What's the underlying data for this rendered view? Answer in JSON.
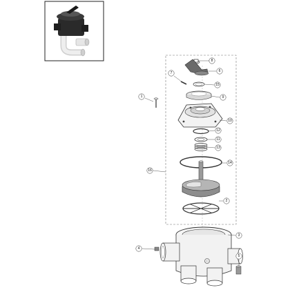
{
  "figure": {
    "inset_photo": "multiport valve assembly photo",
    "callouts": [
      "1",
      "2",
      "3",
      "4",
      "5",
      "6",
      "7",
      "8",
      "9",
      "10",
      "11",
      "12",
      "13",
      "14",
      "15",
      "16"
    ]
  }
}
